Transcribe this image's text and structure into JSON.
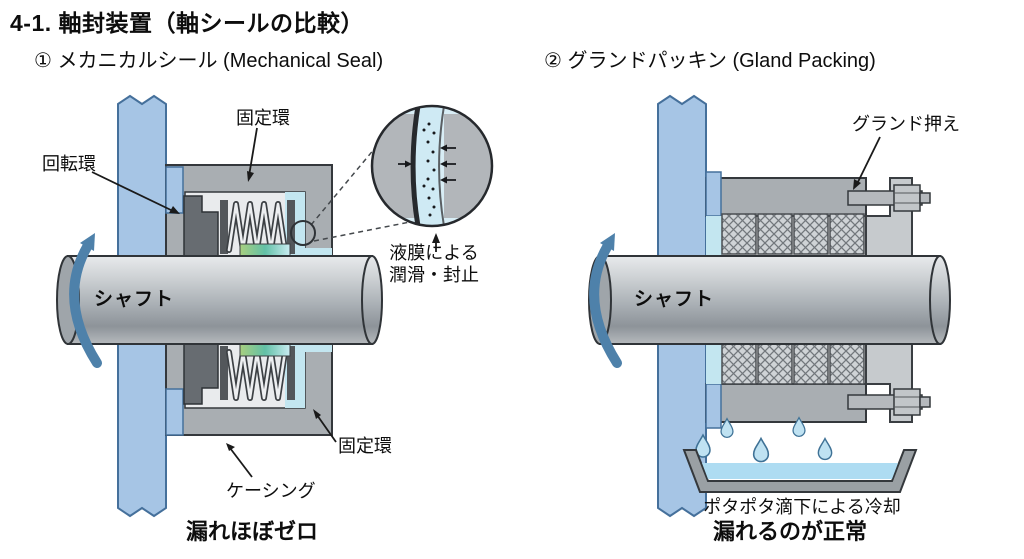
{
  "title": "4-1. 軸封装置（軸シールの比較）",
  "left_panel": {
    "heading": "① メカニカルシール (Mechanical Seal)",
    "labels": {
      "fixed_ring_top": "固定環",
      "rotating_ring": "回転環",
      "liquid_film": "液膜による\n潤滑・封止",
      "fixed_ring_bottom": "固定環",
      "casing": "ケーシング",
      "shaft": "シャフト"
    },
    "caption": "漏れほぼゼロ"
  },
  "right_panel": {
    "heading": "② グランドパッキン (Gland Packing)",
    "labels": {
      "gland_follower": "グランド押え",
      "shaft": "シャフト",
      "cooling": "ポタポタ滴下による冷却"
    },
    "caption": "漏れるのが正常"
  },
  "colors": {
    "flange_blue": "#a6c5e5",
    "metal_gray": "#a9aeb2",
    "fluid_cyan": "#c3e6f0",
    "rotation_arrow_blue": "#4e81aa",
    "seal_face_green": "#62c0a6",
    "text": "#0d0d0d"
  }
}
